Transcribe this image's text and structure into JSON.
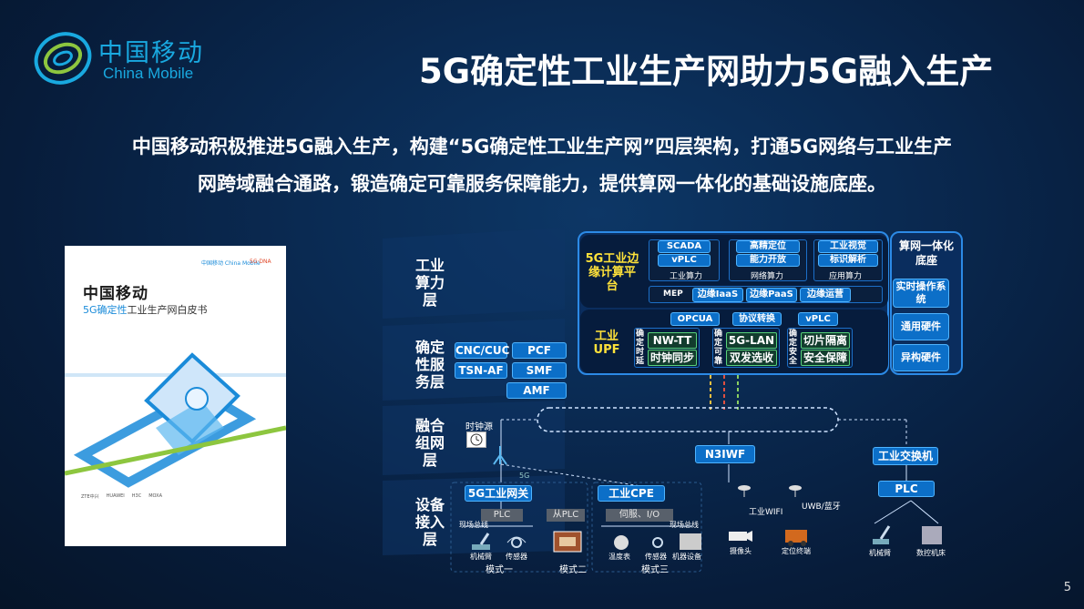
{
  "logo": {
    "cn": "中国移动",
    "en": "China Mobile"
  },
  "title": "5G确定性工业生产网助力5G融入生产",
  "subtitle": {
    "line1": "中国移动积极推进5G融入生产，构建“5G确定性工业生产网”四层架构，打通5G网络与工业生产",
    "line2": "网跨域融合通路，锻造确定可靠服务保障能力，提供算网一体化的基础设施底座。"
  },
  "cover": {
    "brand": "中国移动 China Mobile",
    "brand2": "5G·DNA",
    "title": "中国移动",
    "subtitle_blue": "5G确定性",
    "subtitle_rest": "工业生产网白皮书",
    "partners": [
      "ZTE中兴",
      "HUAWEI",
      "H3C",
      "MOXA"
    ]
  },
  "layers": {
    "l1": "工业算力层",
    "l2": "确定性服务层",
    "l3": "融合组网层",
    "l4": "设备接入层"
  },
  "service": {
    "cnc": "CNC/CUC",
    "pcf": "PCF",
    "tsn": "TSN-AF",
    "smf": "SMF",
    "amf": "AMF"
  },
  "edge": {
    "title": "5G工业边缘计算平台",
    "g1": {
      "a": "SCADA",
      "b": "vPLC",
      "label": "工业算力"
    },
    "g2": {
      "a": "高精定位",
      "b": "能力开放",
      "label": "网络算力"
    },
    "g3": {
      "a": "工业视觉",
      "b": "标识解析",
      "label": "应用算力"
    },
    "mep": "MEP",
    "m1": "边缘IaaS",
    "m2": "边缘PaaS",
    "m3": "边缘运营"
  },
  "upf": {
    "title": "工业UPF",
    "top1": "OPCUA",
    "top2": "协议转换",
    "top3": "vPLC",
    "c1": "确定时延",
    "c1a": "NW-TT",
    "c1b": "时钟同步",
    "c2": "确定可靠",
    "c2a": "5G-LAN",
    "c2b": "双发选收",
    "c3": "确定安全",
    "c3a": "切片隔离",
    "c3b": "安全保障"
  },
  "base": {
    "title": "算网一体化底座",
    "b1": "实时操作系统",
    "b2": "通用硬件",
    "b3": "异构硬件"
  },
  "network": {
    "clock": "时钟源",
    "n3iwf": "N3IWF",
    "switch": "工业交换机",
    "label5g": "5G"
  },
  "access": {
    "gw": "5G工业网关",
    "cpe": "工业CPE",
    "plc": "PLC",
    "slave": "从PLC",
    "servo": "伺服、I/O",
    "bus1": "现场总线",
    "bus2": "现场总线",
    "arm": "机械臂",
    "sensor": "传感器",
    "temp": "温度表",
    "sensor2": "传感器",
    "machine": "机器设备",
    "mode1": "模式一",
    "mode2": "模式二",
    "mode3": "模式三",
    "wifi": "工业WIFI",
    "uwb": "UWB/蓝牙",
    "camera": "摄像头",
    "locator": "定位终端",
    "plc2": "PLC",
    "arm2": "机械臂",
    "cnc": "数控机床"
  },
  "page": "5",
  "colors": {
    "accent": "#19a9e0",
    "panel": "#2c8ae6",
    "green": "#58d27a",
    "yellow": "#ffe23a"
  }
}
